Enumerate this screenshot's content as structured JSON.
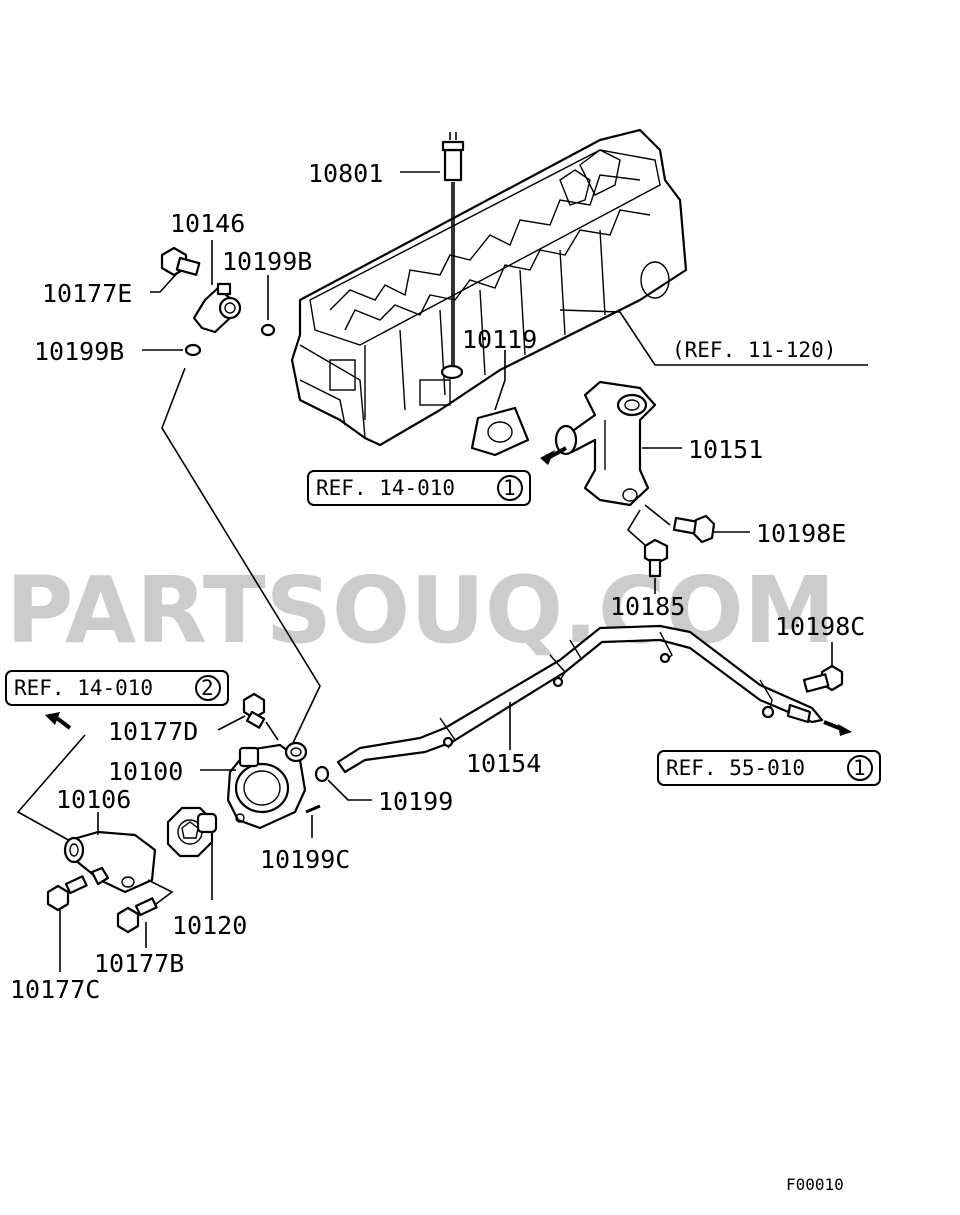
{
  "watermark": "PARTSOUQ.COM",
  "figure_code": "F00010",
  "labels": {
    "l10801": "10801",
    "l10146": "10146",
    "l10199b_top": "10199B",
    "l10177e": "10177E",
    "l10199b_left": "10199B",
    "l10119": "10119",
    "l10151": "10151",
    "l10198e": "10198E",
    "l10185": "10185",
    "l10198c": "10198C",
    "l10177d": "10177D",
    "l10100": "10100",
    "l10106": "10106",
    "l10154": "10154",
    "l10199": "10199",
    "l10199c": "10199C",
    "l10120": "10120",
    "l10177b": "10177B",
    "l10177c": "10177C"
  },
  "refs": {
    "ref_11_120": "(REF. 11-120)",
    "ref_14_010_1": {
      "text": "REF. 14-010",
      "num": "1"
    },
    "ref_14_010_2": {
      "text": "REF. 14-010",
      "num": "2"
    },
    "ref_55_010_1": {
      "text": "REF. 55-010",
      "num": "1"
    }
  }
}
